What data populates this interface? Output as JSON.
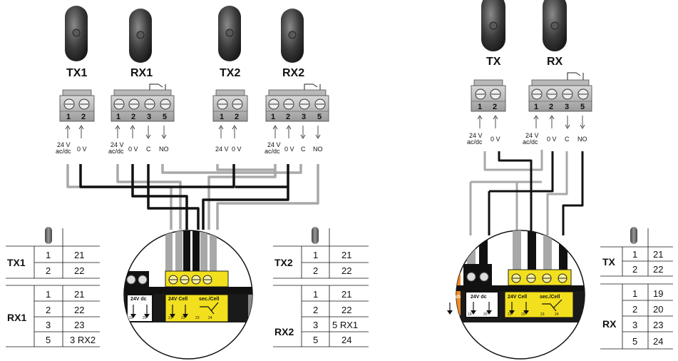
{
  "left": {
    "devices": {
      "tx1": "TX1",
      "rx1": "RX1",
      "tx2": "TX2",
      "rx2": "RX2"
    },
    "tx_terminals": [
      "1",
      "2"
    ],
    "rx_terminals": [
      "1",
      "2",
      "3",
      "5"
    ],
    "tx_signals": [
      "24 V",
      "ac/dc",
      "0 V"
    ],
    "rx_signals": [
      "24 V",
      "ac/dc",
      "0 V",
      "C",
      "NO"
    ],
    "board": {
      "block1": "24V dc",
      "block1_pins": [
        "19",
        "20"
      ],
      "block2": "24V Cell",
      "block2_pins": [
        "21",
        "22"
      ],
      "block3": "sec./Cell",
      "block3_pins": [
        "23",
        "24"
      ]
    },
    "table_left": [
      {
        "device": "TX1",
        "rows": [
          [
            "1",
            "21"
          ],
          [
            "2",
            "22"
          ]
        ]
      },
      {
        "device": "RX1",
        "rows": [
          [
            "1",
            "21"
          ],
          [
            "2",
            "22"
          ],
          [
            "3",
            "23"
          ],
          [
            "5",
            "3 RX2"
          ]
        ]
      }
    ],
    "table_right": [
      {
        "device": "TX2",
        "rows": [
          [
            "1",
            "21"
          ],
          [
            "2",
            "22"
          ]
        ]
      },
      {
        "device": "RX2",
        "rows": [
          [
            "1",
            "21"
          ],
          [
            "2",
            "22"
          ],
          [
            "3",
            "5 RX1"
          ],
          [
            "5",
            "24"
          ]
        ]
      }
    ]
  },
  "right": {
    "devices": {
      "tx": "TX",
      "rx": "RX"
    },
    "tx_terminals": [
      "1",
      "2"
    ],
    "rx_terminals": [
      "1",
      "2",
      "3",
      "5"
    ],
    "tx_signals": [
      "24 V",
      "ac/dc",
      "0 V"
    ],
    "rx_signals": [
      "24 V",
      "ac/dc",
      "0 V",
      "C",
      "NO"
    ],
    "board": {
      "flash": "ash",
      "block1": "24V dc",
      "block1_pins": [
        "19",
        "20"
      ],
      "block2": "24V Cell",
      "block2_pins": [
        "21",
        "22"
      ],
      "block3": "sec./Cell",
      "block3_pins": [
        "23",
        "24"
      ]
    },
    "table": [
      {
        "device": "TX",
        "rows": [
          [
            "1",
            "21"
          ],
          [
            "2",
            "22"
          ]
        ]
      },
      {
        "device": "RX",
        "rows": [
          [
            "1",
            "19"
          ],
          [
            "2",
            "20"
          ],
          [
            "3",
            "23"
          ],
          [
            "5",
            "24"
          ]
        ]
      }
    ]
  },
  "colors": {
    "wire_black": "#111111",
    "wire_gray": "#a8a8a8",
    "terminal_yellow": "#f2e01e",
    "flash_orange": "#f08a24"
  }
}
